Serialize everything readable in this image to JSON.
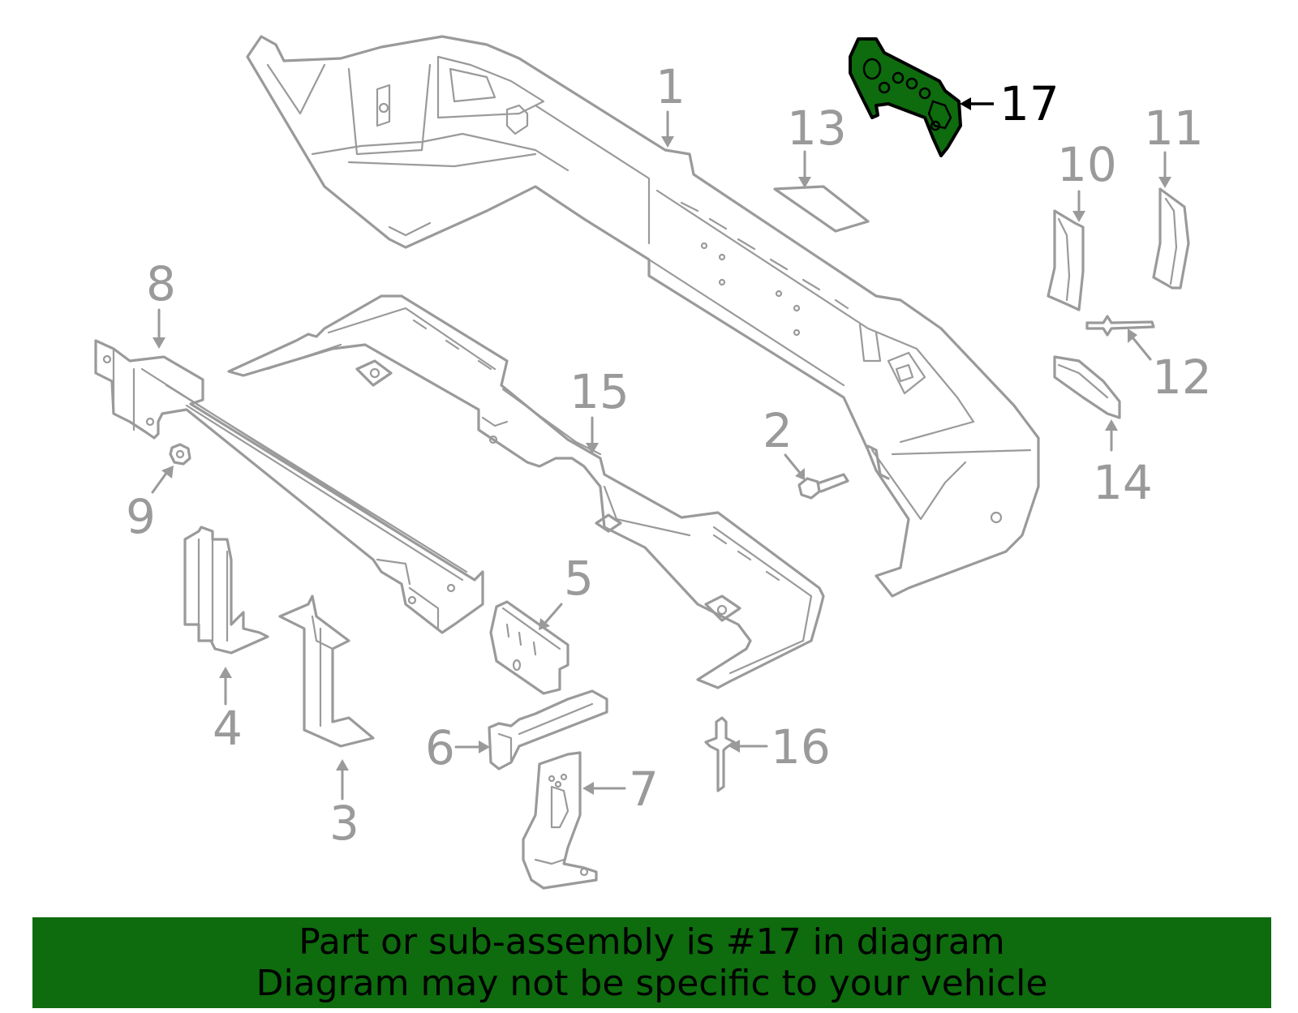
{
  "callouts": {
    "c1": "1",
    "c2": "2",
    "c3": "3",
    "c4": "4",
    "c5": "5",
    "c6": "6",
    "c7": "7",
    "c8": "8",
    "c9": "9",
    "c10": "10",
    "c11": "11",
    "c12": "12",
    "c13": "13",
    "c14": "14",
    "c15": "15",
    "c16": "16",
    "c17": "17"
  },
  "highlight": {
    "part_number": "17",
    "color": "#0e6b0e"
  },
  "banner": {
    "line1": "Part or sub-assembly is #17 in diagram",
    "line2": "Diagram may not be specific to your vehicle",
    "background": "#0e6b0e"
  }
}
